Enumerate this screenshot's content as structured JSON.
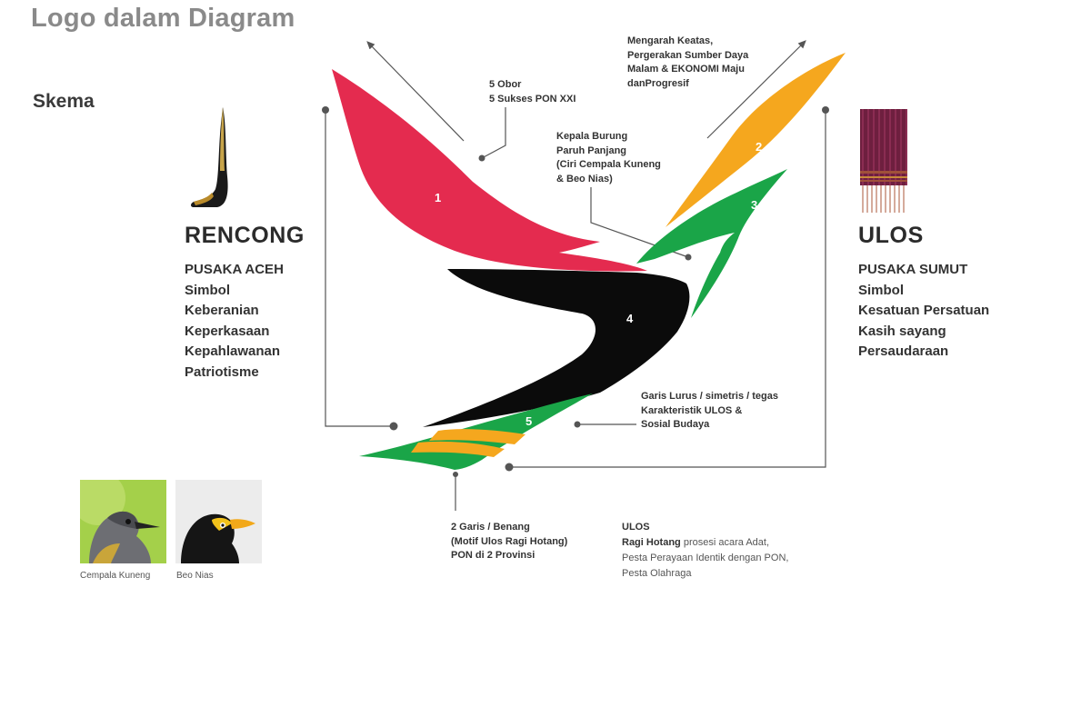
{
  "page": {
    "title": "Logo dalam Diagram",
    "section": "Skema"
  },
  "left_panel": {
    "heading": "RENCONG",
    "lines": [
      "PUSAKA ACEH",
      "Simbol",
      "Keberanian",
      "Keperkasaan",
      "Kepahlawanan",
      "Patriotisme"
    ]
  },
  "right_panel": {
    "heading": "ULOS",
    "lines": [
      "PUSAKA SUMUT",
      "Simbol",
      "Kesatuan Persatuan",
      "Kasih sayang",
      "Persaudaraan"
    ]
  },
  "logo_parts": {
    "p1": "1",
    "p2": "2",
    "p3": "3",
    "p4": "4",
    "p5": "5"
  },
  "colors": {
    "red": "#e42b4f",
    "orange": "#f5a71e",
    "green": "#1aa548",
    "black": "#0b0b0b",
    "connector": "#555555"
  },
  "annotations": {
    "obor": [
      "5 Obor",
      "5 Sukses PON XXI"
    ],
    "arah": [
      "Mengarah Keatas,",
      "Pergerakan Sumber Daya",
      "Malam & EKONOMI Maju",
      "danProgresif"
    ],
    "kepala": [
      "Kepala Burung",
      "Paruh Panjang",
      "(Ciri Cempala Kuneng",
      "& Beo Nias)"
    ],
    "garis": [
      "Garis Lurus / simetris / tegas",
      "Karakteristik ULOS &",
      "Sosial Budaya"
    ],
    "benang": [
      "2 Garis / Benang",
      "(Motif Ulos Ragi Hotang)",
      "PON di 2 Provinsi"
    ],
    "ulos_title": "ULOS",
    "ulos_bold": "Ragi Hotang",
    "ulos_rest": " prosesi acara Adat,",
    "ulos_lines": [
      "Pesta Perayaan Identik dengan PON,",
      "Pesta Olahraga"
    ]
  },
  "birds": {
    "cempala": "Cempala Kuneng",
    "beo": "Beo Nias"
  },
  "icons": {
    "rencong": "rencong-dagger-icon",
    "ulos": "ulos-cloth-icon"
  }
}
